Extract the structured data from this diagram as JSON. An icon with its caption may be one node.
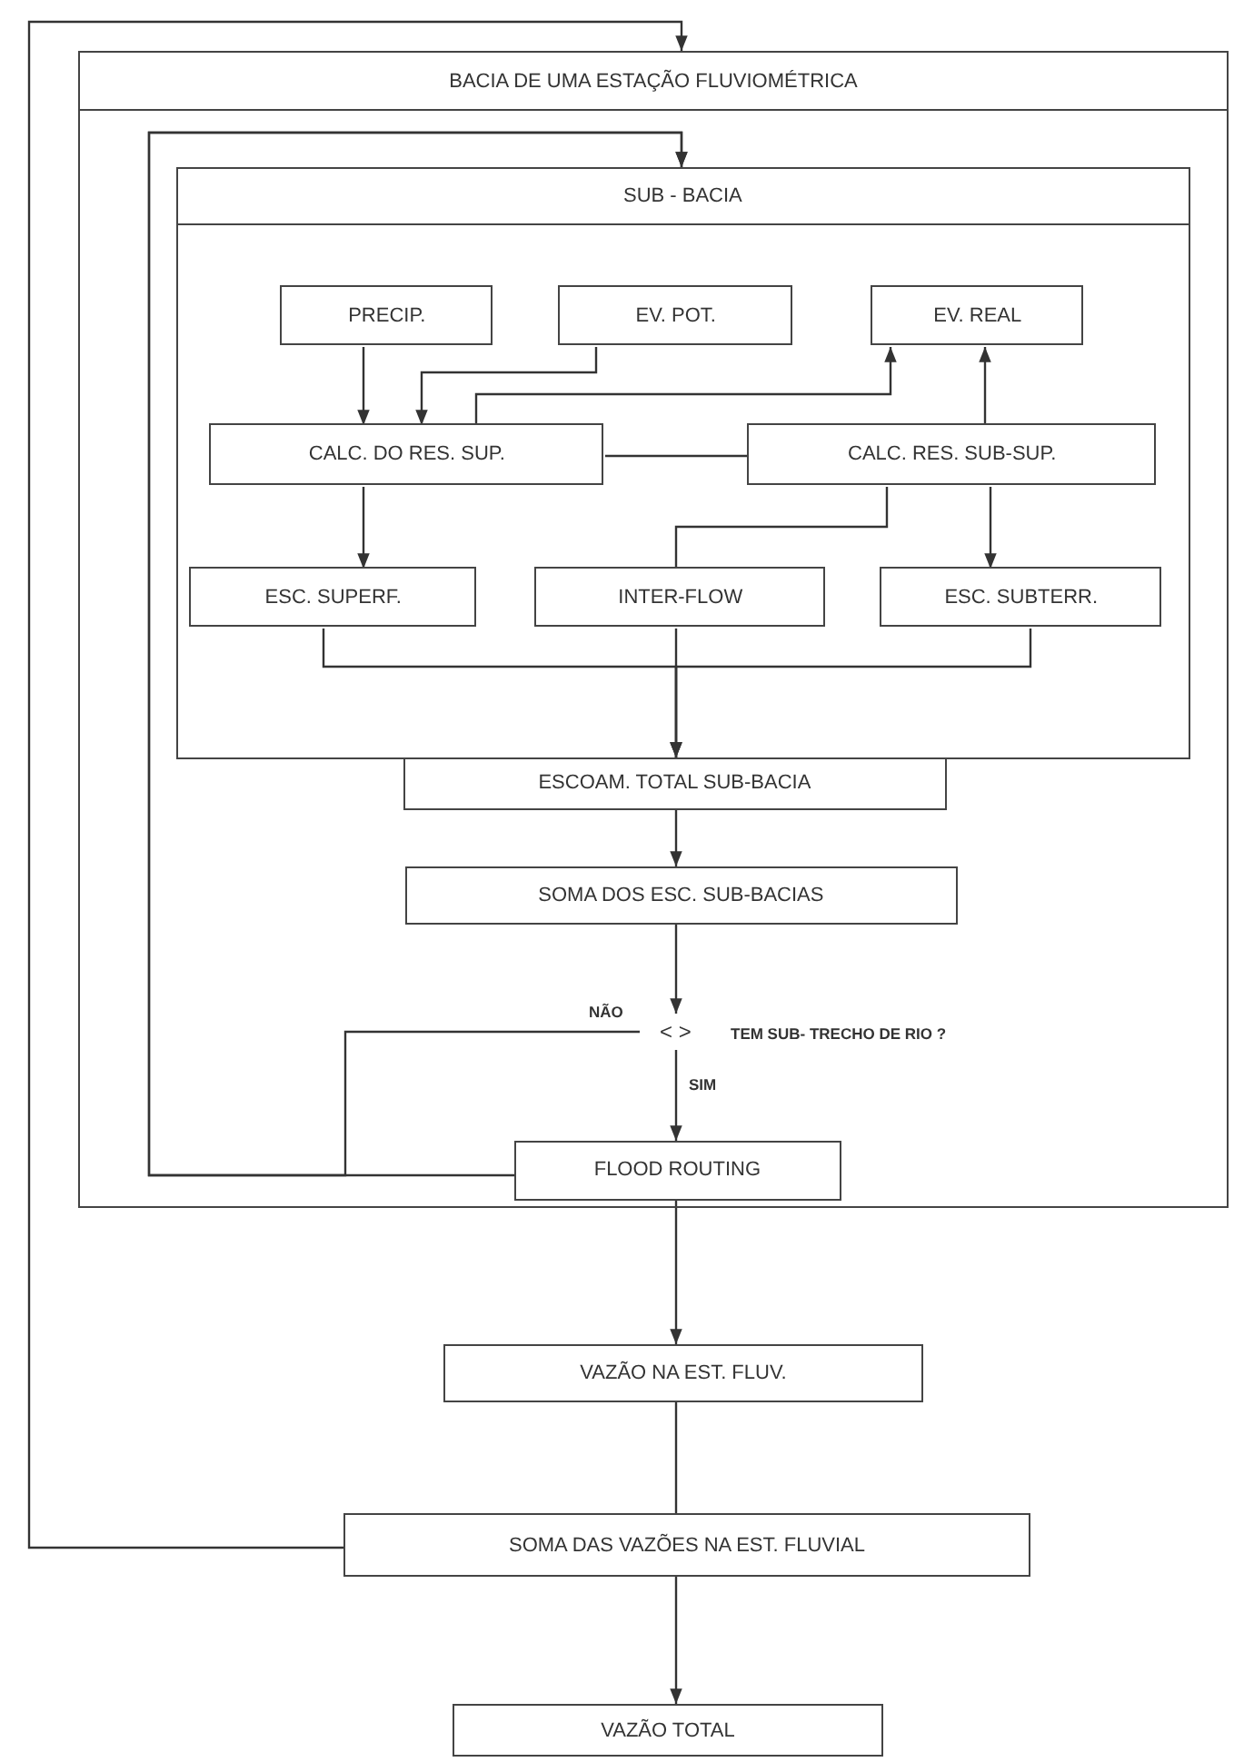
{
  "diagram": {
    "nodes": [
      {
        "text": [
          "BACIA DE UMA ESTAÇÃO FLUVIOMÉTRICA"
        ]
      },
      {
        "text": [
          "SUB - BACIA"
        ],
        "in": 0
      },
      {
        "text": [
          "PRECIP."
        ],
        "in": 1
      },
      {
        "text": [
          "EV. POT."
        ],
        "in": 1
      },
      {
        "text": [
          "EV. REAL"
        ],
        "in": 1
      },
      {
        "text": [
          "CALC. DO RES. SUP."
        ],
        "in": 1
      },
      {
        "text": [
          "CALC. RES. SUB-SUP."
        ],
        "in": 1
      },
      {
        "text": [
          "ESC. SUPERF."
        ],
        "in": 1
      },
      {
        "text": [
          "INTER-FLOW"
        ],
        "in": 1
      },
      {
        "text": [
          "ESC. SUBTERR."
        ],
        "in": 1
      },
      {
        "text": [
          "ESCOAM. TOTAL SUB-BACIA"
        ],
        "in": 0
      },
      {
        "text": [
          "SOMA DOS ESC. SUB-BACIAS"
        ],
        "in": 0
      },
      {
        "text": [
          "< >"
        ],
        "beside": [
          "TEM SUB- TRECHO DE RIO ?"
        ],
        "in": 0
      },
      {
        "text": [
          "FLOOD ROUTING"
        ],
        "in": 0
      },
      {
        "text": [
          "VAZÃO NA EST. FLUV."
        ]
      },
      {
        "text": [
          "SOMA DAS VAZÕES NA EST. FLUVIAL"
        ]
      },
      {
        "text": [
          "VAZÃO TOTAL"
        ]
      }
    ],
    "edges": [
      {
        "from": 2,
        "to": 5,
        "arrow": "to"
      },
      {
        "from": 3,
        "to": 5,
        "arrow": "to"
      },
      {
        "from": 5,
        "to": 4,
        "arrow": "to"
      },
      {
        "from": 6,
        "to": 4,
        "arrow": "to"
      },
      {
        "from": 5,
        "to": 6,
        "arrow": "none"
      },
      {
        "from": 5,
        "to": 7,
        "arrow": "to"
      },
      {
        "from": 6,
        "to": 8,
        "arrow": "none"
      },
      {
        "from": 6,
        "to": 9,
        "arrow": "to"
      },
      {
        "from": 7,
        "to": 10,
        "arrow": "to"
      },
      {
        "from": 8,
        "to": 10,
        "arrow": "to"
      },
      {
        "from": 9,
        "to": 10,
        "arrow": "to"
      },
      {
        "from": 10,
        "to": 11,
        "arrow": "to"
      },
      {
        "from": 11,
        "to": 12,
        "arrow": "to"
      },
      {
        "from": 12,
        "to": 13,
        "label": "SIM",
        "arrow": "to"
      },
      {
        "from": 12,
        "to": 1,
        "label": "NÃO",
        "arrow": "to"
      },
      {
        "from": 13,
        "to": 1,
        "arrow": "to"
      },
      {
        "from": 13,
        "to": 14,
        "arrow": "to"
      },
      {
        "from": 14,
        "to": 15,
        "arrow": "none"
      },
      {
        "from": 15,
        "to": 0,
        "arrow": "to"
      },
      {
        "from": 15,
        "to": 16,
        "arrow": "to"
      }
    ]
  }
}
